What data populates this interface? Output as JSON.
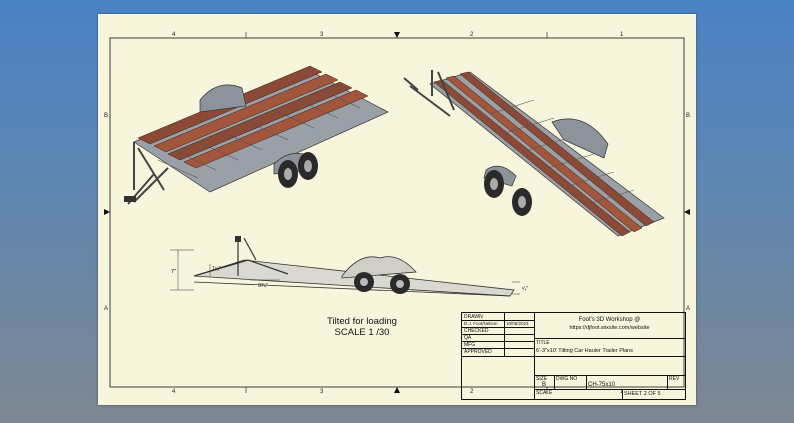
{
  "sheet": {
    "column_zones": [
      "4",
      "3",
      "2",
      "1"
    ],
    "row_zones": [
      "B",
      "A"
    ]
  },
  "drawing": {
    "caption_line1": "Tilted for loading",
    "caption_line2": "SCALE 1 /30",
    "dimensions": {
      "height": "7\"",
      "inner_height": "1¹⁄₂\"",
      "offset": "9³⁄₄\"",
      "tail": "¹⁄₄\""
    }
  },
  "title_block": {
    "drawn_label": "DRAWN",
    "drawn_by": "D.J. Foot/Nelson",
    "drawn_date": "10/05/2023",
    "checked_label": "CHECKED",
    "qa_label": "QA",
    "mfg_label": "MFG",
    "approved_label": "APPROVED",
    "company_line1": "Foot's 3D Workshop @",
    "company_line2": "https://djfoot.wixsite.com/website",
    "title_label": "TITLE",
    "title": "6'-3\"x10' Tilting Car Hauler Trailer Plans",
    "size_label": "SIZE",
    "size": "B",
    "dwg_label": "DWG NO",
    "dwg_no": "CH-75x10",
    "rev_label": "REV",
    "scale_label": "SCALE",
    "sheet_text": "SHEET 2 OF 5"
  }
}
